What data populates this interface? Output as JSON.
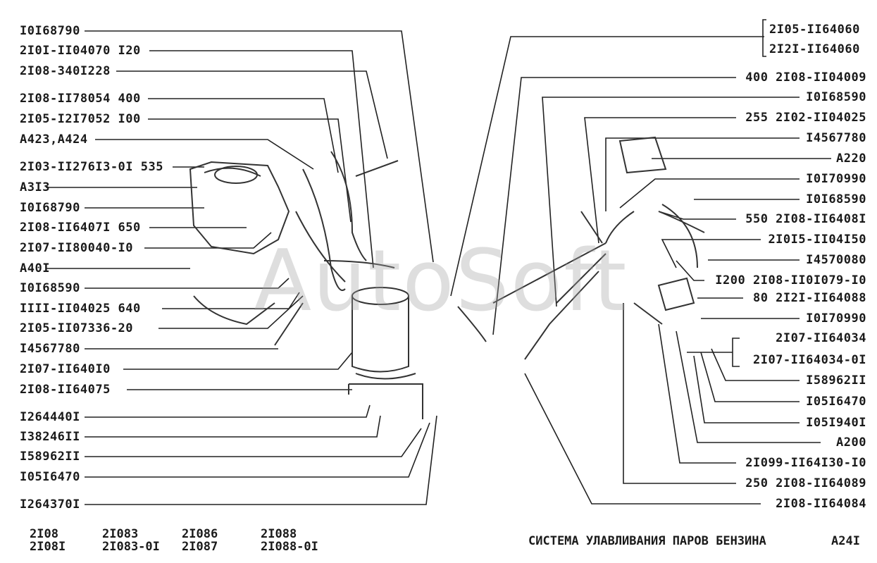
{
  "left_labels": [
    "I0I68790",
    "2I0I-II04070 I20",
    "2I08-340I228",
    "2I08-II78054 400",
    "2I05-I2I7052 I00",
    "A423,A424",
    "2I03-II276I3-0I 535",
    "A3I3",
    "I0I68790",
    "2I08-II6407I 650",
    "2I07-II80040-I0",
    "A40I",
    "I0I68590",
    "IIII-II04025 640",
    "2I05-II07336-20",
    "I4567780",
    "2I07-II640I0",
    "2I08-II64075",
    "I264440I",
    "I38246II",
    "I58962II",
    "I05I6470",
    "I264370I"
  ],
  "right_labels": [
    "400 2I08-II04009",
    "I0I68590",
    "255 2I02-II04025",
    "I4567780",
    "A220",
    "I0I70990",
    "I0I68590",
    "550 2I08-II6408I",
    "2I0I5-II04I50",
    "I4570080",
    "I200 2I08-II0I079-I0",
    "80 2I2I-II64088",
    "I0I70990",
    "I58962II",
    "I05I6470",
    "I05I940I",
    "A200",
    "2I099-II64I30-I0",
    "250 2I08-II64089",
    "2I08-II64084"
  ],
  "bracket_top": [
    "2I05-II64060",
    "2I2I-II64060"
  ],
  "bracket_mid": [
    "2I07-II64034",
    "2I07-II64034-0I"
  ],
  "models": [
    "2I08",
    "2I08I",
    "2I083",
    "2I083-0I",
    "2I086",
    "2I087",
    "2I088",
    "2I088-0I"
  ],
  "title": "СИСТЕМА УЛАВЛИВАНИЯ ПАРОВ БЕНЗИНА",
  "code": "A24I",
  "watermark": "AutoSoft"
}
